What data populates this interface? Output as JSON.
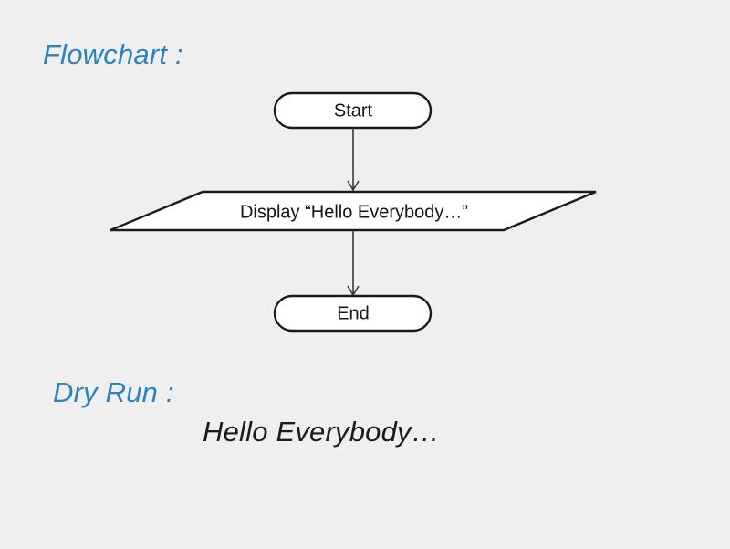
{
  "slide": {
    "background_color": "#efefef",
    "heading_color": "#2d82bd",
    "shape_fill": "#ffffff",
    "shape_stroke": "#1a1a1a",
    "connector_color": "#3a3a3a"
  },
  "sections": {
    "flowchart_heading": "Flowchart :",
    "dryrun_heading": "Dry Run :",
    "dryrun_output": "Hello Everybody…"
  },
  "flowchart": {
    "nodes": [
      {
        "id": "start",
        "label": "Start",
        "shape": "terminator"
      },
      {
        "id": "display",
        "label": "Display “Hello Everybody…”",
        "shape": "parallelogram"
      },
      {
        "id": "end",
        "label": "End",
        "shape": "terminator"
      }
    ],
    "connectors": [
      {
        "from": "start",
        "to": "display",
        "arrow": "down"
      },
      {
        "from": "display",
        "to": "end",
        "arrow": "down"
      }
    ]
  }
}
